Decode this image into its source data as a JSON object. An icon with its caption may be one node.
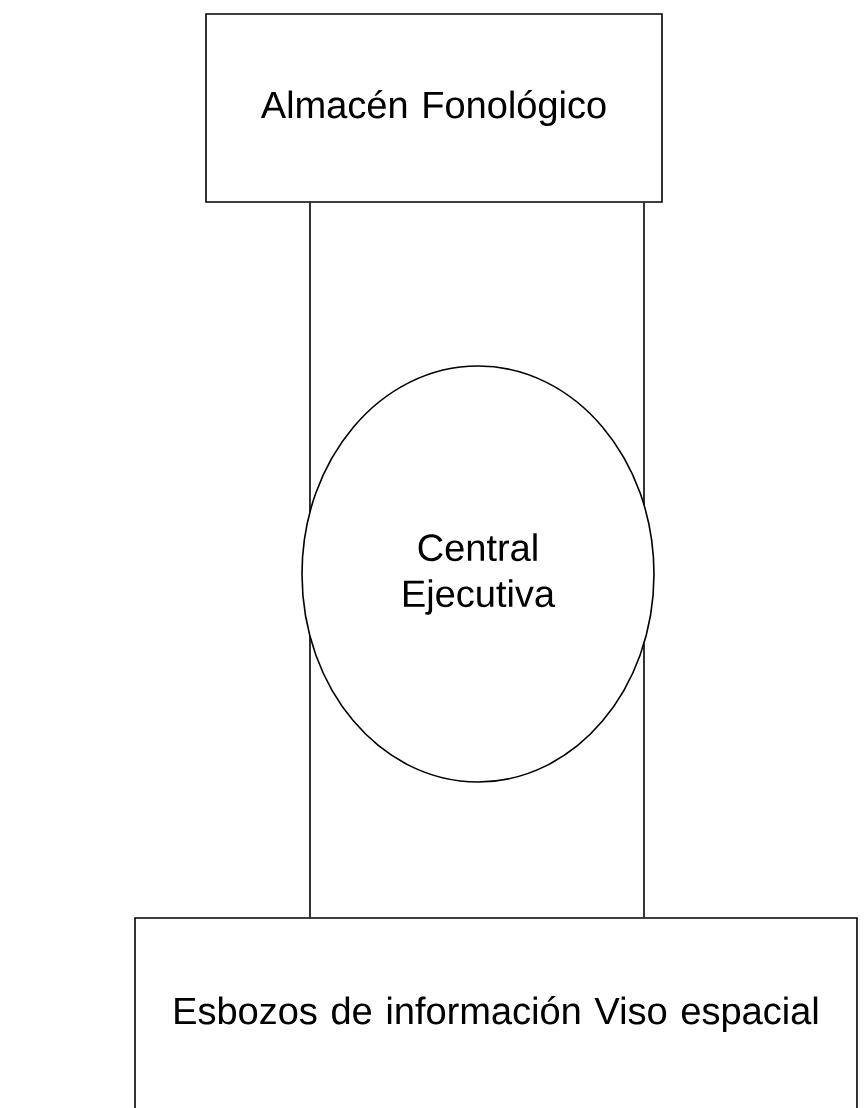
{
  "diagram": {
    "nodes": [
      {
        "text": [
          "Almacén Fonológico"
        ]
      },
      {
        "text": [
          "Central Ejecutiva"
        ]
      },
      {
        "text": [
          "Esbozos de información Viso espacial"
        ]
      }
    ],
    "edges": [
      {
        "from": 0,
        "to": 1,
        "arrow": "none"
      },
      {
        "from": 0,
        "to": 1,
        "arrow": "none"
      },
      {
        "from": 1,
        "to": 2,
        "arrow": "none"
      },
      {
        "from": 1,
        "to": 2,
        "arrow": "none"
      }
    ]
  }
}
